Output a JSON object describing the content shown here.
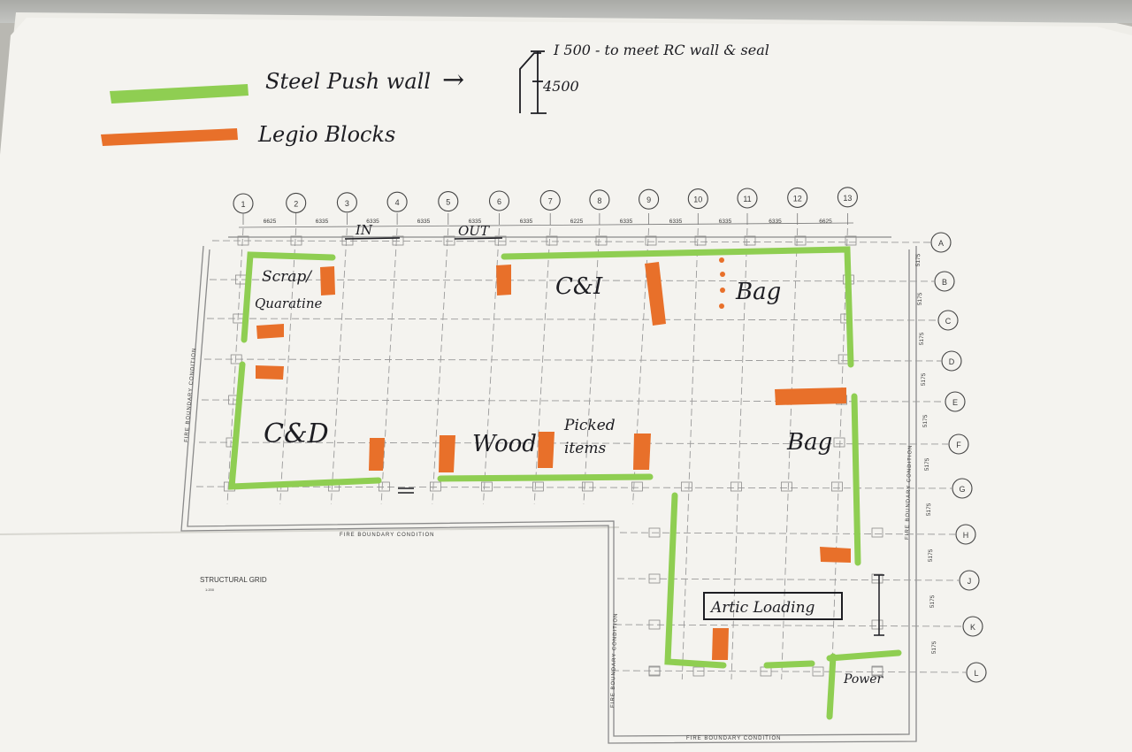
{
  "legend": {
    "green_label": "Steel Push wall",
    "arrow": "→",
    "orange_label": "Legio Blocks",
    "note_line1": "I 500 - to meet RC wall & seal",
    "note_line2": "4500"
  },
  "colors": {
    "steel_push_wall": "#8fce52",
    "legio_blocks": "#e8702a",
    "paper": "#f4f3ef",
    "ink": "#1d1d22"
  },
  "grid": {
    "columns": [
      "1",
      "2",
      "3",
      "4",
      "5",
      "6",
      "7",
      "8",
      "9",
      "10",
      "11",
      "12",
      "13"
    ],
    "rows": [
      "A",
      "B",
      "C",
      "D",
      "E",
      "F",
      "G",
      "H",
      "J",
      "K",
      "L"
    ],
    "col_spacings": [
      "6625",
      "6335",
      "6335",
      "6335",
      "6335",
      "6335",
      "6225",
      "6335",
      "6335",
      "6335",
      "6335",
      "6625"
    ],
    "row_spacings": [
      "5175",
      "5175",
      "5175",
      "5175",
      "5175",
      "5175",
      "5175",
      "5175",
      "5175",
      "5175"
    ]
  },
  "zones": {
    "in": "IN",
    "out": "OUT",
    "scrap": "Scrap/",
    "quarantine": "Quaratine",
    "ci": "C&I",
    "bag_top": "Bag",
    "cd": "C&D",
    "wood": "Wood",
    "picked_1": "Picked",
    "picked_2": "items",
    "bag_right": "Bag",
    "artic": "Artic Loading",
    "power": "Power"
  },
  "print": {
    "fire_boundary": "FIRE BOUNDARY CONDITION",
    "structural_grid": "STRUCTURAL GRID",
    "scale": "1:200"
  }
}
